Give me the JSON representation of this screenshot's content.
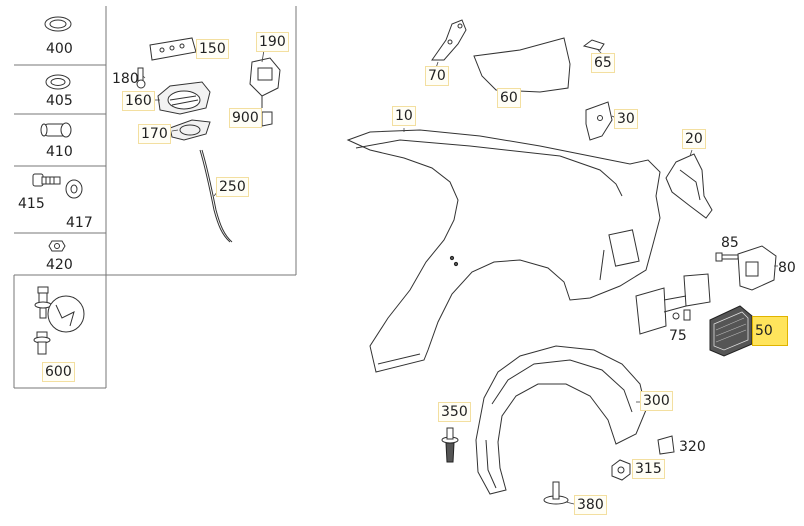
{
  "accent_color": "#ffe45c",
  "label_border_color": "#f3dfa0",
  "selected_part": "50",
  "labels": {
    "p400": "400",
    "p405": "405",
    "p410": "410",
    "p415": "415",
    "p417": "417",
    "p420": "420",
    "p600": "600",
    "p150": "150",
    "p190": "190",
    "p180": "180",
    "p160": "160",
    "p900": "900",
    "p170": "170",
    "p250": "250",
    "p70": "70",
    "p65": "65",
    "p60": "60",
    "p30": "30",
    "p10": "10",
    "p20": "20",
    "p85": "85",
    "p80": "80",
    "p75": "75",
    "p50": "50",
    "p300": "300",
    "p350": "350",
    "p320": "320",
    "p315": "315",
    "p380": "380"
  }
}
